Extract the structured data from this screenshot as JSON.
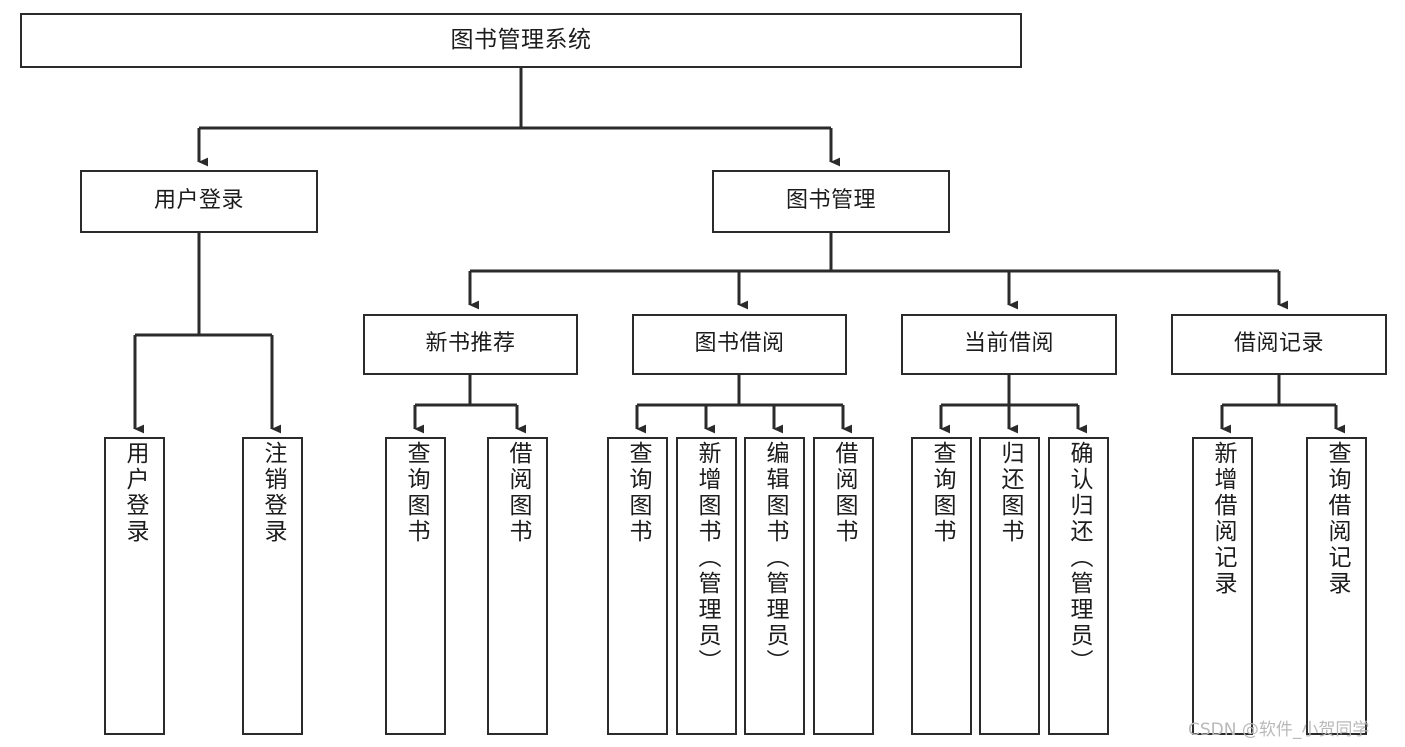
{
  "diagram": {
    "title": "图书管理系统",
    "type": "function-structure-tree",
    "orientation": "top-down",
    "colors": {
      "background": "#ffffff",
      "node_border": "#2b2b2b",
      "node_fill": "#ffffff",
      "edge": "#2b2b2b",
      "text": "#1c1c1c",
      "watermark": "#b9b9b9"
    },
    "watermark": "CSDN @软件_小贺同学"
  },
  "nodes": {
    "root": {
      "label": "图书管理系统"
    },
    "level2": [
      {
        "id": "user-login",
        "label": "用户登录"
      },
      {
        "id": "book-manage",
        "label": "图书管理"
      }
    ],
    "level3": [
      {
        "id": "new-book-recommend",
        "label": "新书推荐"
      },
      {
        "id": "book-borrow",
        "label": "图书借阅"
      },
      {
        "id": "current-borrow",
        "label": "当前借阅"
      },
      {
        "id": "borrow-record",
        "label": "借阅记录"
      }
    ],
    "leaves": {
      "user_login": [
        {
          "id": "leaf-user-login",
          "label": "用户登录"
        },
        {
          "id": "leaf-user-logout",
          "label": "注销登录"
        }
      ],
      "new_book_recommend": [
        {
          "id": "leaf-query-book-1",
          "label": "查询图书"
        },
        {
          "id": "leaf-borrow-book-1",
          "label": "借阅图书"
        }
      ],
      "book_borrow": [
        {
          "id": "leaf-query-book-2",
          "label": "查询图书"
        },
        {
          "id": "leaf-add-book",
          "label": "新增图书（管理员）"
        },
        {
          "id": "leaf-edit-book",
          "label": "编辑图书（管理员）"
        },
        {
          "id": "leaf-borrow-book-2",
          "label": "借阅图书"
        }
      ],
      "current_borrow": [
        {
          "id": "leaf-query-book-3",
          "label": "查询图书"
        },
        {
          "id": "leaf-return-book",
          "label": "归还图书"
        },
        {
          "id": "leaf-confirm-return",
          "label": "确认归还（管理员）"
        }
      ],
      "borrow_record": [
        {
          "id": "leaf-add-record",
          "label": "新增借阅记录"
        },
        {
          "id": "leaf-query-record",
          "label": "查询借阅记录"
        }
      ]
    }
  }
}
